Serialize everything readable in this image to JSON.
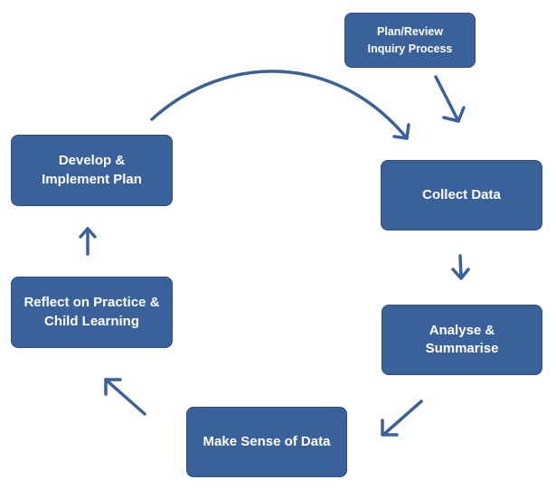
{
  "nodes": {
    "plan_review": {
      "line1": "Plan/Review",
      "line2": "Inquiry Process"
    },
    "collect_data": {
      "line1": "Collect Data"
    },
    "analyse_summarise": {
      "line1": "Analyse &",
      "line2": "Summarise"
    },
    "make_sense": {
      "line1": "Make Sense of Data"
    },
    "reflect": {
      "line1": "Reflect on Practice &",
      "line2": "Child Learning"
    },
    "develop": {
      "line1": "Develop &",
      "line2": "Implement Plan"
    }
  },
  "colors": {
    "box_fill": "#3b619a",
    "box_text": "#ffffff",
    "arrow": "#3b619a"
  },
  "edges": [
    {
      "from": "plan_review",
      "to": "collect_data"
    },
    {
      "from": "develop",
      "to": "collect_data"
    },
    {
      "from": "collect_data",
      "to": "analyse_summarise"
    },
    {
      "from": "analyse_summarise",
      "to": "make_sense"
    },
    {
      "from": "make_sense",
      "to": "reflect"
    },
    {
      "from": "reflect",
      "to": "develop"
    }
  ]
}
